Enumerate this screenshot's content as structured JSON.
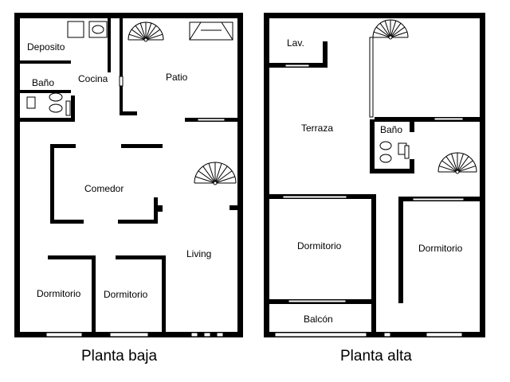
{
  "ground_floor": {
    "caption": "Planta baja",
    "rooms": {
      "deposito": "Deposito",
      "cocina": "Cocina",
      "patio": "Patio",
      "bano": "Baño",
      "comedor": "Comedor",
      "living": "Living",
      "dormitorio_1": "Dormitorio",
      "dormitorio_2": "Dormitorio"
    }
  },
  "upper_floor": {
    "caption": "Planta alta",
    "rooms": {
      "lavadero": "Lav.",
      "terraza": "Terraza",
      "bano": "Baño",
      "dormitorio_1": "Dormitorio",
      "dormitorio_2": "Dormitorio",
      "balcon": "Balcón"
    }
  },
  "colors": {
    "wall": "#000000",
    "background": "#ffffff"
  },
  "icons": [
    "spiral-staircase-icon",
    "toilet-icon",
    "sink-icon",
    "bathtub-icon",
    "stove-hood-icon",
    "window-icon"
  ]
}
